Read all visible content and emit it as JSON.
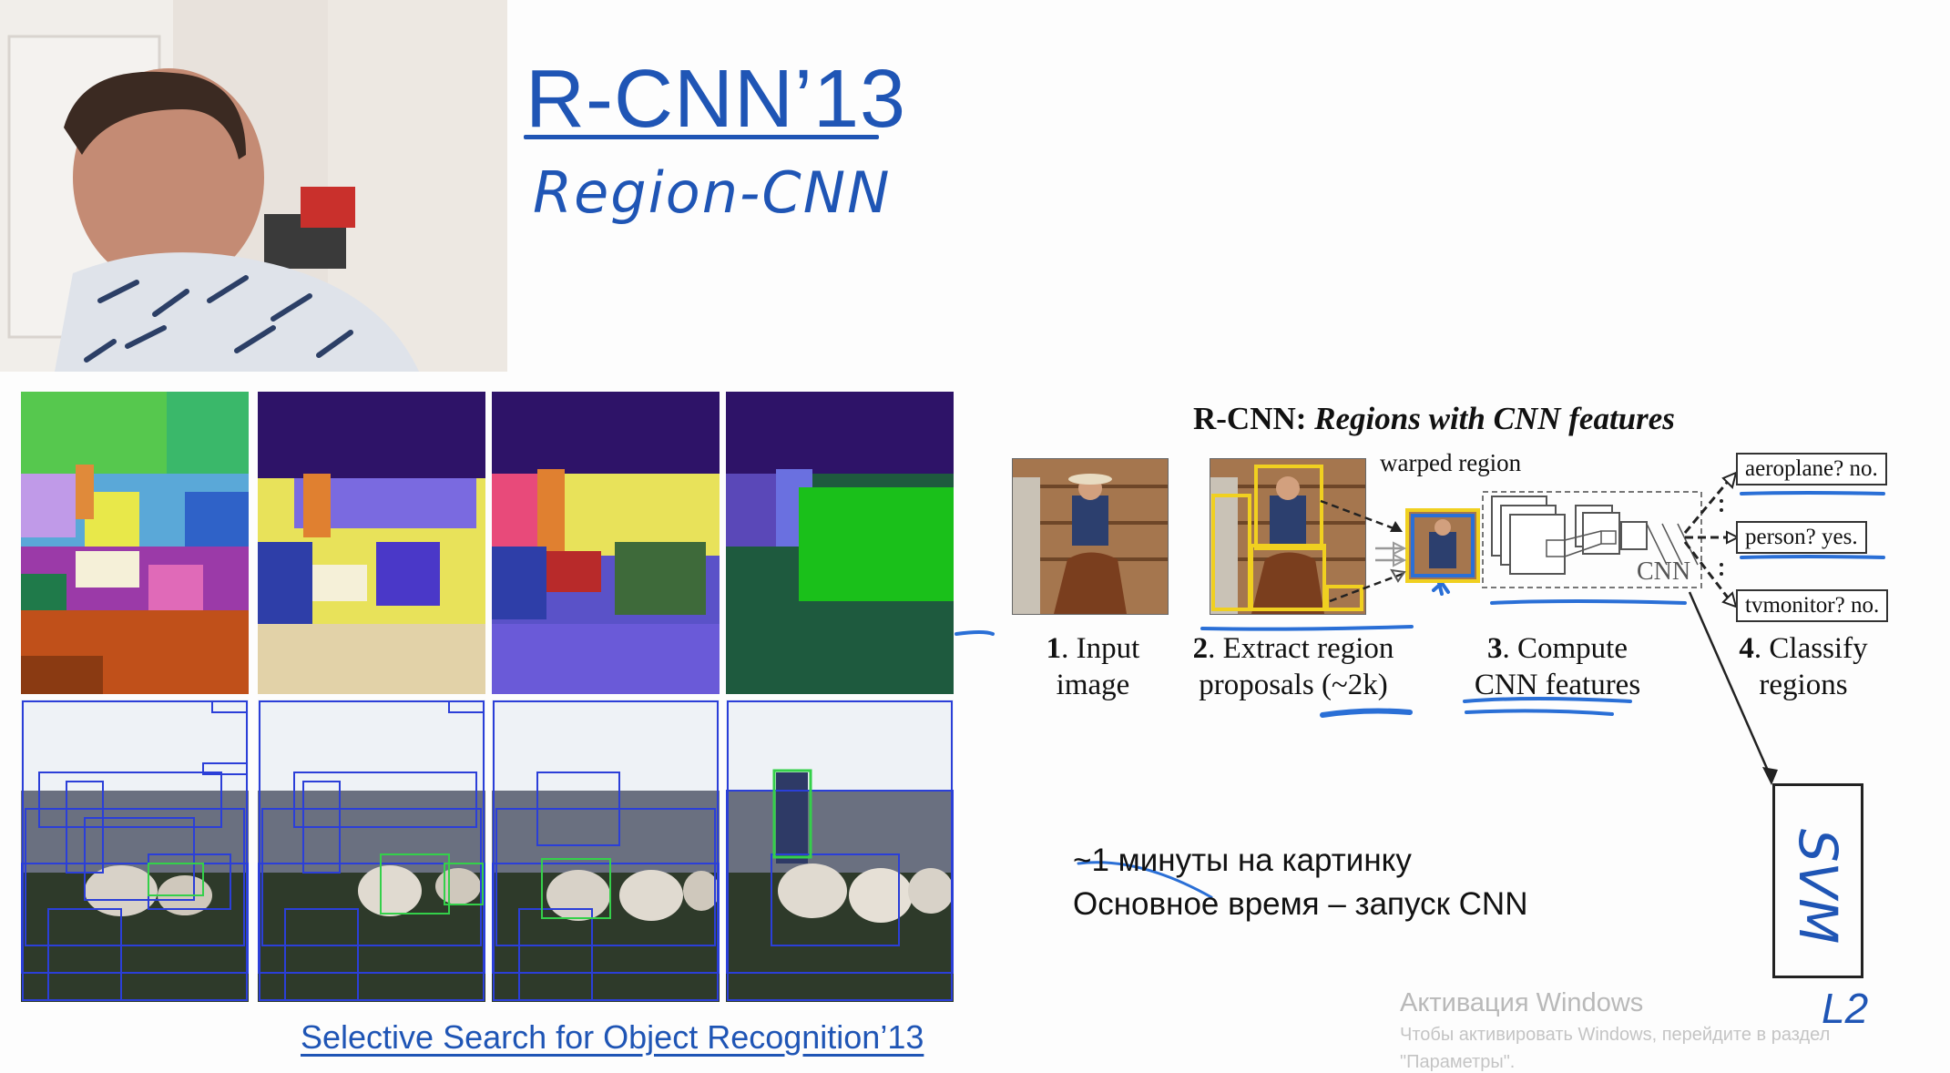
{
  "slide": {
    "title": "R-CNN’13",
    "subtitle": "Region-CNN",
    "ss_caption": "Selective Search for Object Recognition’13"
  },
  "figure": {
    "title_bold": "R-CNN: ",
    "title_italic": "Regions with CNN features",
    "warped_label": "warped region",
    "cnn_label": "CNN",
    "steps": [
      {
        "num": "1",
        "line1": ". Input",
        "line2": "image"
      },
      {
        "num": "2",
        "line1": ". Extract region",
        "line2": "proposals (~2k)"
      },
      {
        "num": "3",
        "line1": ". Compute",
        "line2": "CNN features"
      },
      {
        "num": "4",
        "line1": ". Classify",
        "line2": "regions"
      }
    ],
    "questions": [
      "aeroplane? no.",
      "person? yes.",
      "tvmonitor? no."
    ]
  },
  "notes": {
    "line1": "~1 минуты на картинку",
    "line2": "Основное время – запуск CNN",
    "handwritten_box": "SVM",
    "handwritten_corner": "L2"
  },
  "watermark": {
    "line1": "Активация Windows",
    "line2": "Чтобы активировать Windows, перейдите в раздел",
    "line3": "\"Параметры\"."
  },
  "colors": {
    "ink_blue": "#1f55b5",
    "pen_blue": "#2a6fd6",
    "box_blue": "#2b3fd8",
    "box_green": "#34d04a"
  }
}
